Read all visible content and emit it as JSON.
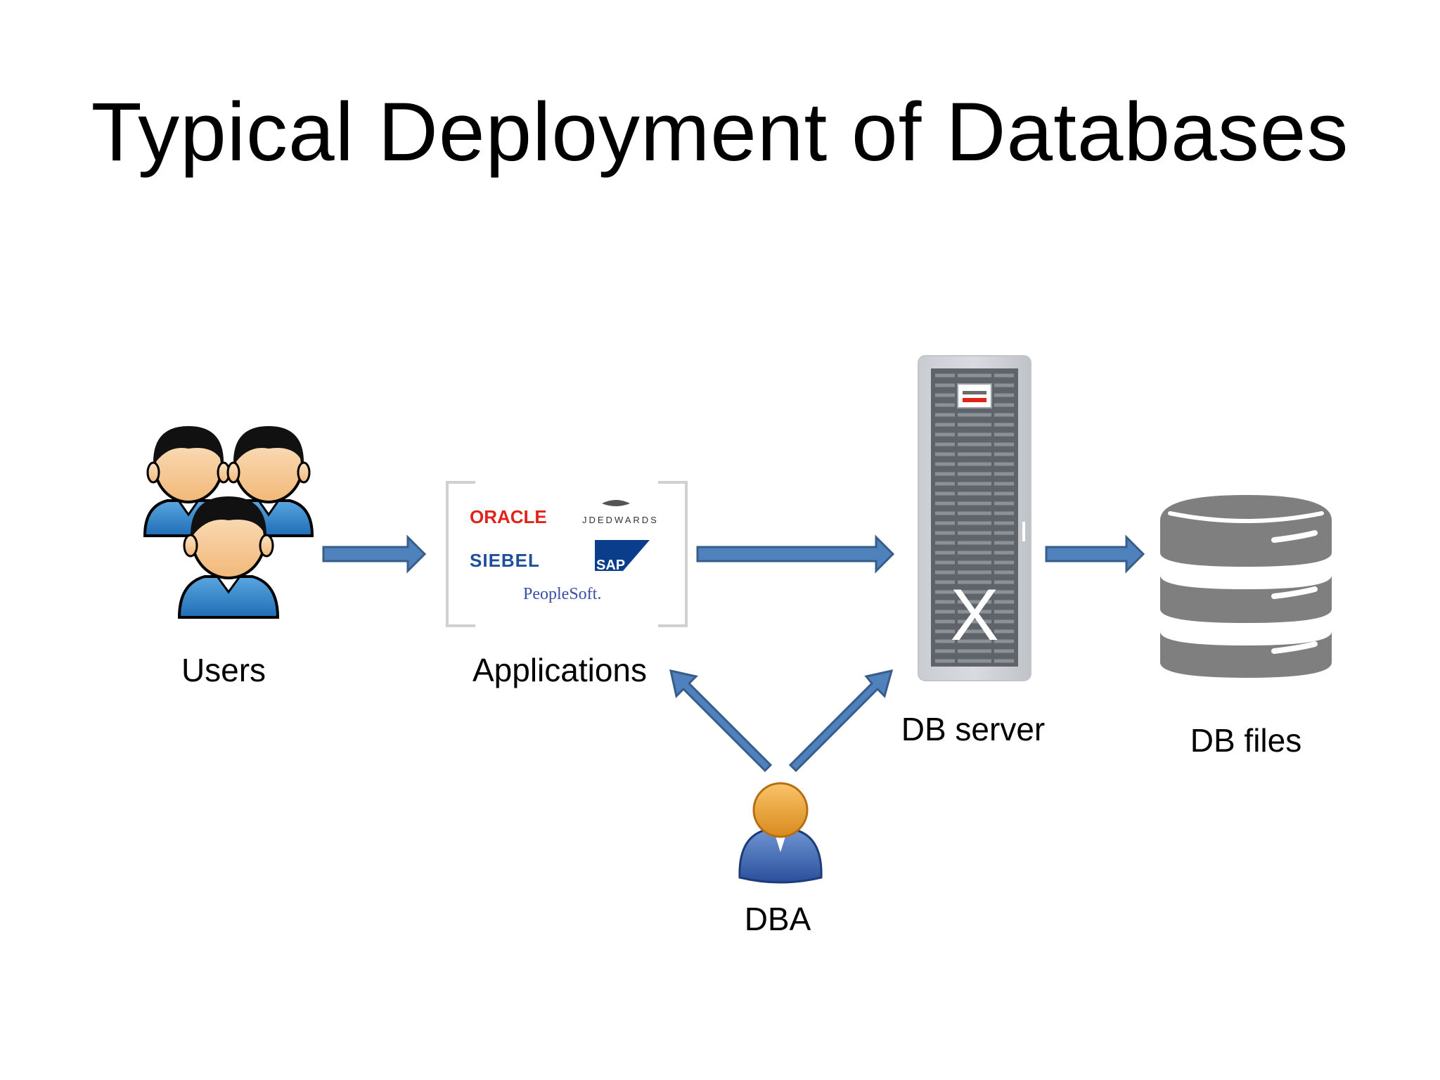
{
  "slide": {
    "title": "Typical Deployment of Databases"
  },
  "nodes": {
    "users": {
      "label": "Users",
      "icon": "users-group-icon"
    },
    "applications": {
      "label": "Applications",
      "icon": "application-logos",
      "logos": {
        "oracle": "ORACLE",
        "jdedwards": "JDEDWARDS",
        "siebel": "SIEBEL",
        "sap": "SAP",
        "peoplesoft": "PeopleSoft."
      }
    },
    "db_server": {
      "label": "DB server",
      "icon": "server-rack-icon",
      "rack_mark": "X"
    },
    "db_files": {
      "label": "DB files",
      "icon": "database-cylinder-icon"
    },
    "dba": {
      "label": "DBA",
      "icon": "admin-user-icon"
    }
  },
  "colors": {
    "arrow": "#4F81BD",
    "arrow_stroke": "#385D8A",
    "oracle_red": "#E2231A",
    "sap_blue": "#0A3E8C",
    "siebel_blue": "#1F4E9A",
    "peoplesoft_blue": "#3A4FA8",
    "rack_gray": "#B8BDC2",
    "db_gray": "#7F7F7F"
  }
}
